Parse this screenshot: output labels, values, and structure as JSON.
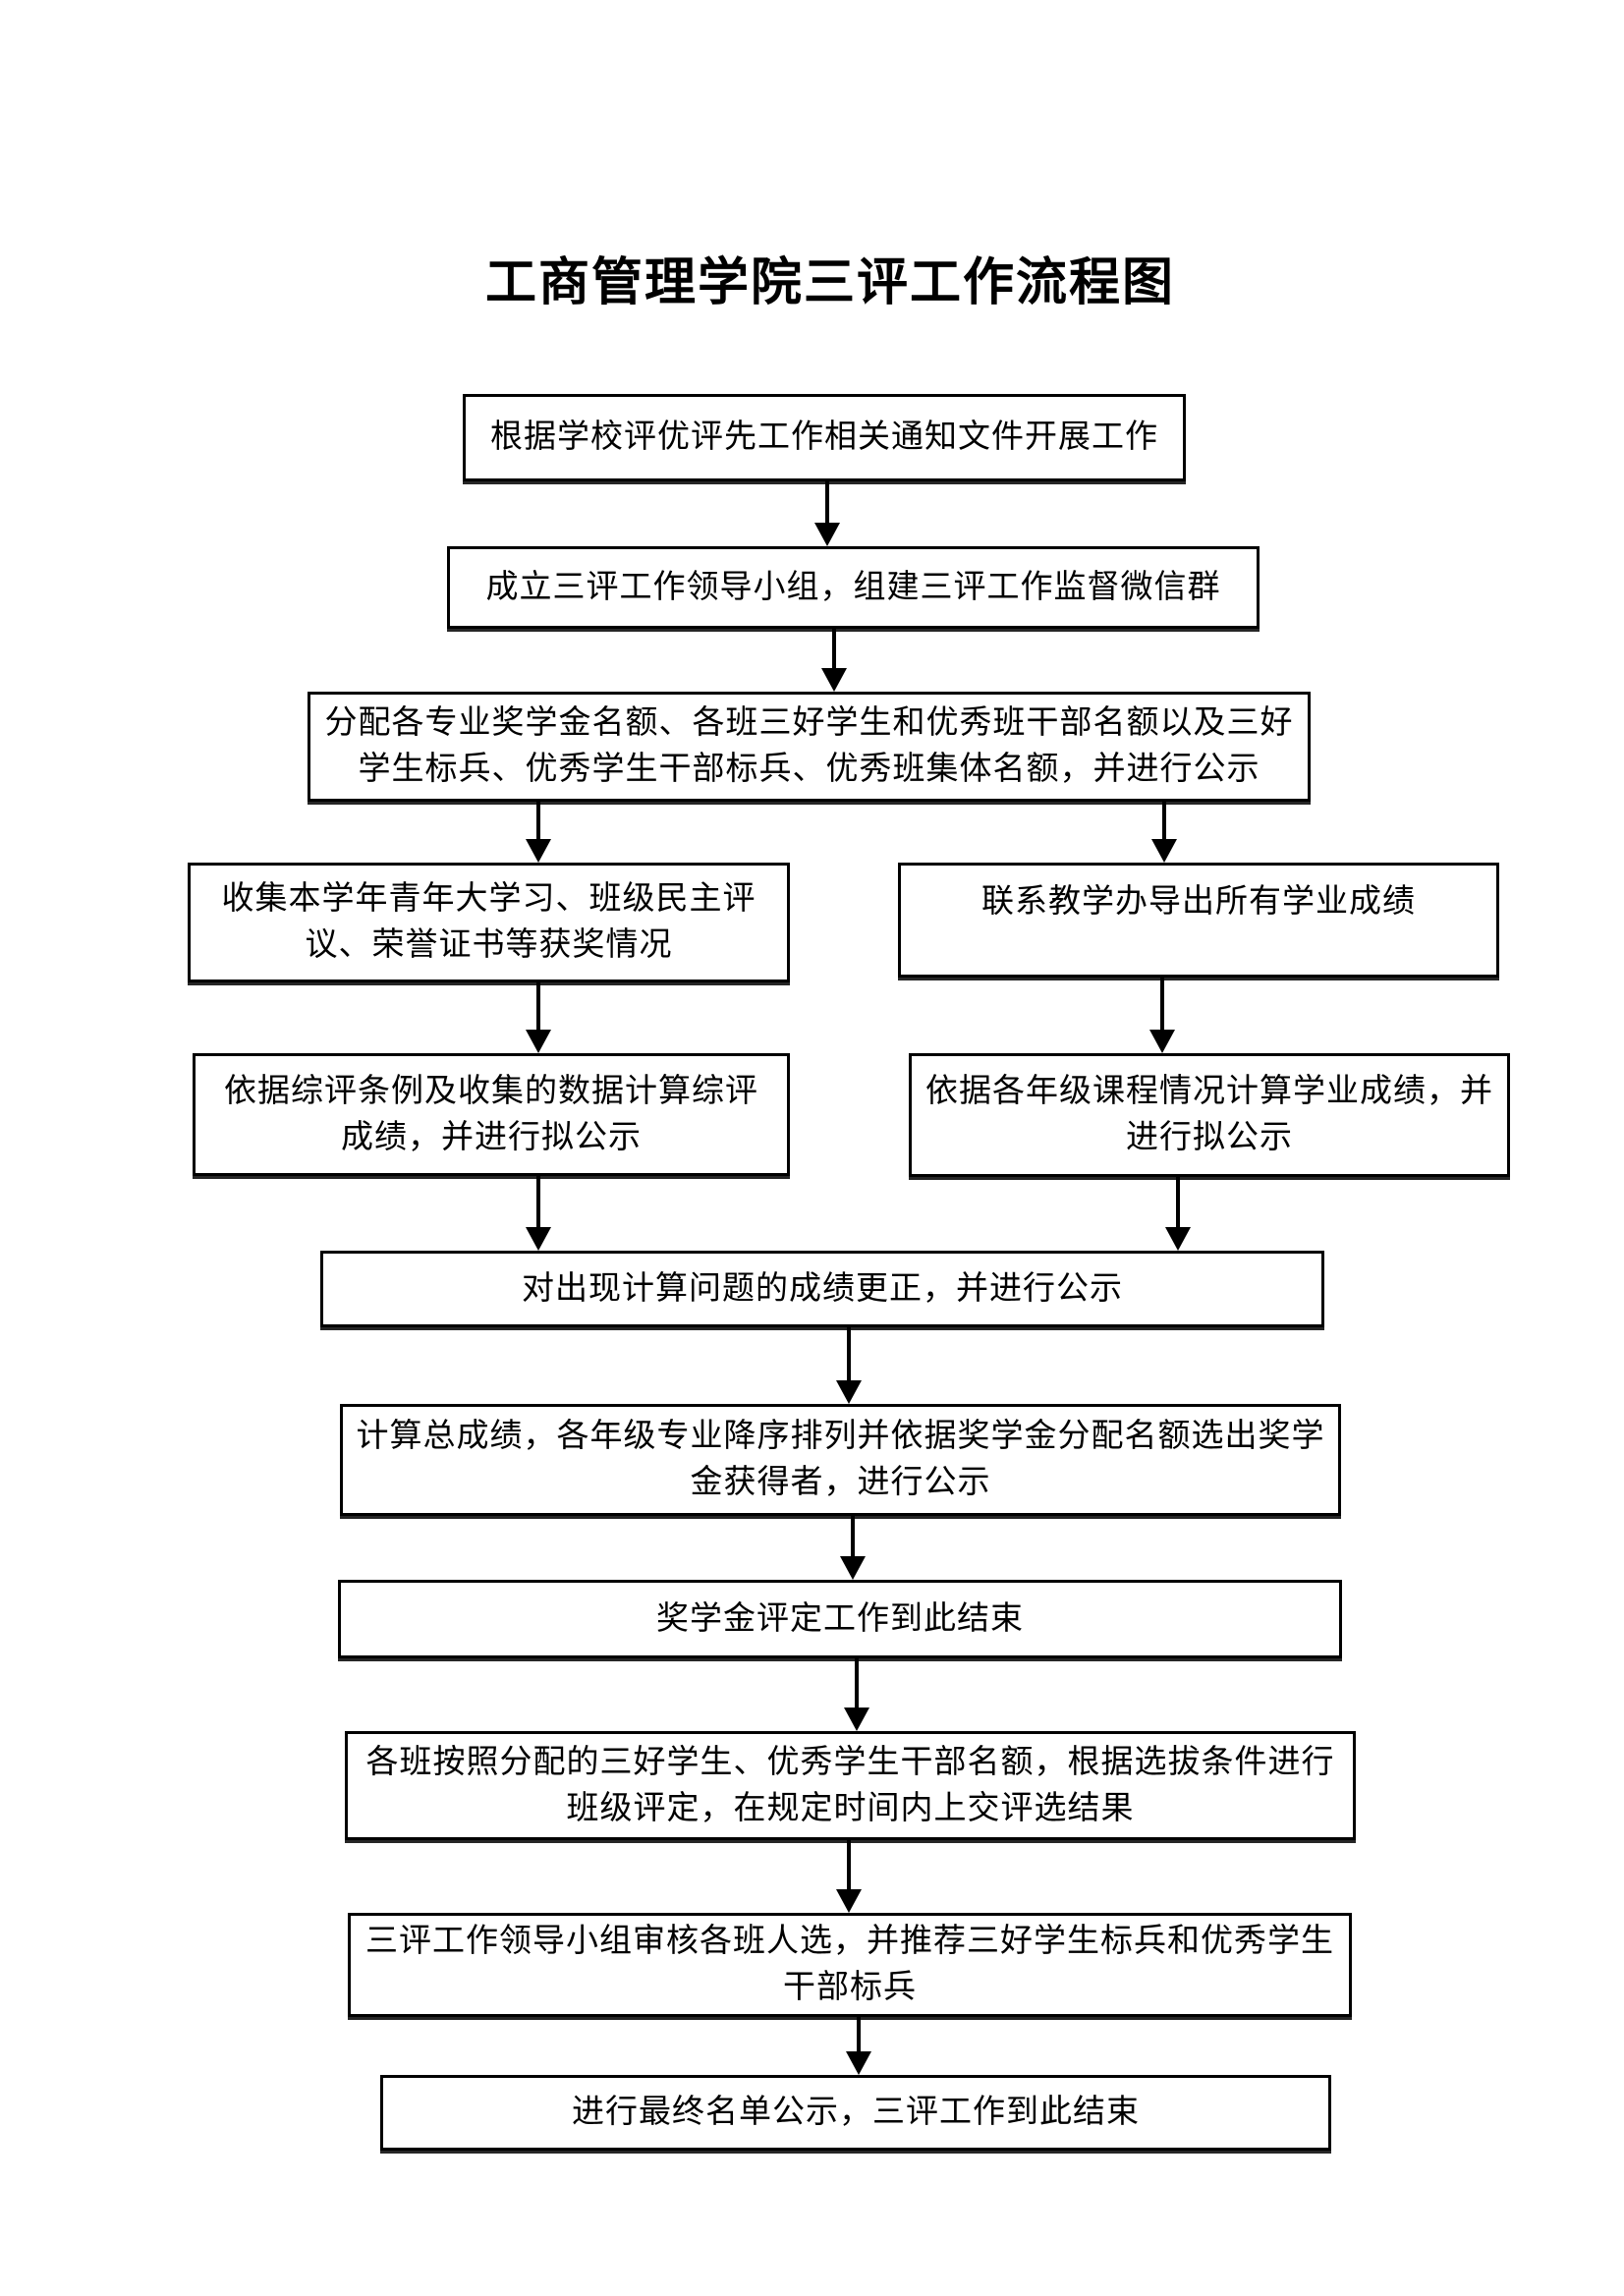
{
  "title": "工商管理学院三评工作流程图",
  "flowchart": {
    "nodes": [
      {
        "id": "start",
        "text": "根据学校评优评先工作相关通知文件开展工作"
      },
      {
        "id": "setup",
        "text": "成立三评工作领导小组，组建三评工作监督微信群"
      },
      {
        "id": "allocate",
        "text": "分配各专业奖学金名额、各班三好学生和优秀班干部名额以及三好\n学生标兵、优秀学生干部标兵、优秀班集体名额，并进行公示"
      },
      {
        "id": "collect",
        "text": "收集本学年青年大学习、班级民主评\n议、荣誉证书等获奖情况"
      },
      {
        "id": "contact",
        "text": "联系教学办导出所有学业成绩"
      },
      {
        "id": "comp",
        "text": "依据综评条例及收集的数据计算综评\n成绩，并进行拟公示"
      },
      {
        "id": "academic",
        "text": "依据各年级课程情况计算学业成绩，并\n进行拟公示"
      },
      {
        "id": "correct",
        "text": "对出现计算问题的成绩更正，并进行公示"
      },
      {
        "id": "total",
        "text": "计算总成绩，各年级专业降序排列并依据奖学金分配名额选出奖学\n金获得者，进行公示"
      },
      {
        "id": "scholend",
        "text": "奖学金评定工作到此结束"
      },
      {
        "id": "class",
        "text": "各班按照分配的三好学生、优秀学生干部名额，根据选拔条件进行\n班级评定，在规定时间内上交评选结果"
      },
      {
        "id": "review",
        "text": "三评工作领导小组审核各班人选，并推荐三好学生标兵和优秀学生\n干部标兵"
      },
      {
        "id": "final",
        "text": "进行最终名单公示，三评工作到此结束"
      }
    ],
    "colors": {
      "border": "#000000",
      "background": "#ffffff",
      "text": "#000000"
    }
  }
}
